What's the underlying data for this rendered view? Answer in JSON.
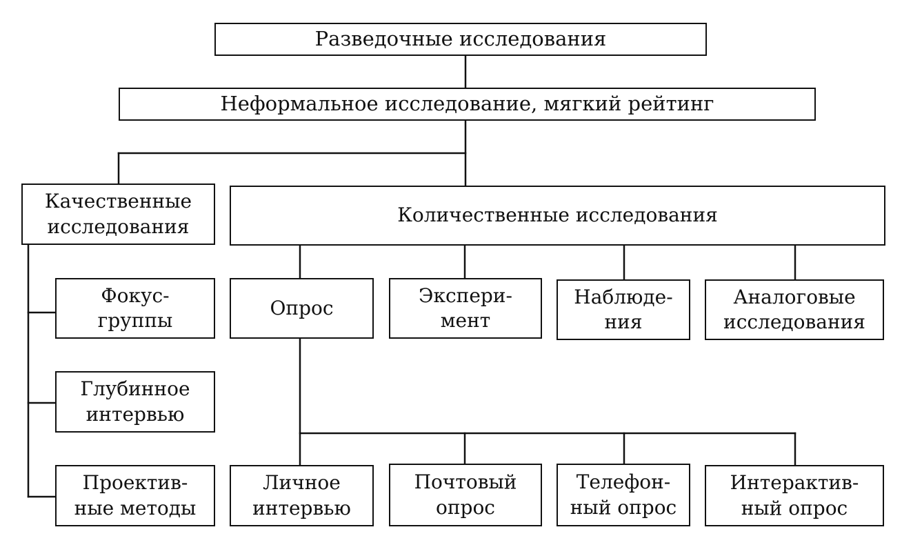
{
  "root": "Разведочные исследования",
  "informal": "Неформальное исследование, мягкий рейтинг",
  "qualitative": {
    "title": [
      "Качественные",
      "исследования"
    ],
    "methods": [
      [
        "Фокус-",
        "группы"
      ],
      [
        "Глубинное",
        "интервью"
      ],
      [
        "Проектив-",
        "ные методы"
      ]
    ]
  },
  "quantitative": {
    "title": "Количественные исследования",
    "methods": [
      [
        "Опрос"
      ],
      [
        "Экспери-",
        "мент"
      ],
      [
        "Наблюде-",
        "ния"
      ],
      [
        "Аналоговые",
        "исследования"
      ]
    ]
  },
  "survey_types": [
    [
      "Личное",
      "интервью"
    ],
    [
      "Почтовый",
      "опрос"
    ],
    [
      "Телефон-",
      "ный опрос"
    ],
    [
      "Интерактив-",
      "ный опрос"
    ]
  ]
}
